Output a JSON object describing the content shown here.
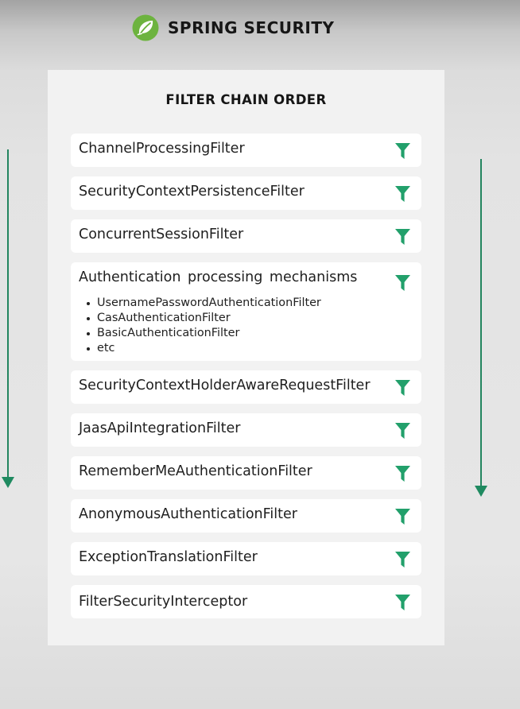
{
  "header": {
    "title": "SPRING SECURITY",
    "logo_icon": "spring-leaf-icon",
    "brand_color": "#6db33f"
  },
  "panel": {
    "title": "FILTER CHAIN ORDER"
  },
  "filters": [
    {
      "label": "ChannelProcessingFilter",
      "icon": "funnel-icon"
    },
    {
      "label": "SecurityContextPersistenceFilter",
      "icon": "funnel-icon"
    },
    {
      "label": "ConcurrentSessionFilter",
      "icon": "funnel-icon"
    },
    {
      "label": "Authentication processing mechanisms",
      "icon": "funnel-icon",
      "sub_items": [
        "UsernamePasswordAuthenticationFilter",
        "CasAuthenticationFilter",
        "BasicAuthenticationFilter",
        "etc"
      ]
    },
    {
      "label": "SecurityContextHolderAwareRequestFilter",
      "icon": "funnel-icon"
    },
    {
      "label": "JaasApiIntegrationFilter",
      "icon": "funnel-icon"
    },
    {
      "label": "RememberMeAuthenticationFilter",
      "icon": "funnel-icon"
    },
    {
      "label": "AnonymousAuthenticationFilter",
      "icon": "funnel-icon"
    },
    {
      "label": "ExceptionTranslationFilter",
      "icon": "funnel-icon"
    },
    {
      "label": "FilterSecurityInterceptor",
      "icon": "funnel-icon"
    }
  ],
  "flow": {
    "left_arrow_icon": "arrow-down-icon",
    "right_arrow_icon": "arrow-down-icon",
    "arrow_color": "#1f8a60"
  },
  "colors": {
    "funnel": "#22a06b",
    "panel_background": "#f2f2f2",
    "item_background": "#ffffff"
  }
}
